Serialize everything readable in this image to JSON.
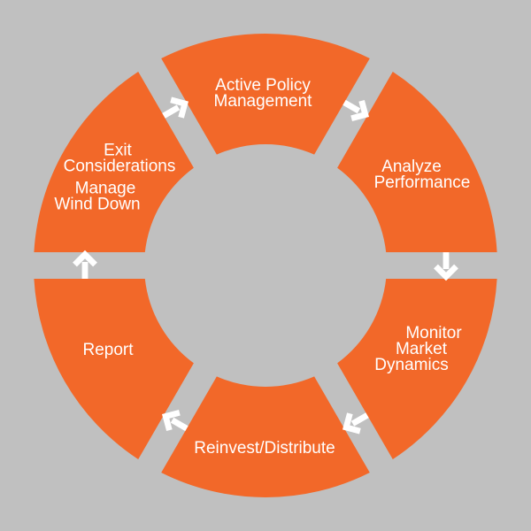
{
  "colors": {
    "background": "#C0C0C0",
    "segment": "#F26829",
    "arrow": "#FFFFFF",
    "label_text": "#FFFFFF"
  },
  "diagram": {
    "type": "cycle-diagram",
    "flow_direction": "clockwise",
    "arrow_icon": "chevron-arrow",
    "steps": [
      {
        "label": "Active Policy Management",
        "lines": [
          "Active Policy",
          "Management"
        ]
      },
      {
        "label": "Analyze Performance",
        "lines": [
          "Analyze",
          "Performance"
        ]
      },
      {
        "label": "Monitor Market Dynamics",
        "lines": [
          "Monitor",
          "Market",
          "Dynamics"
        ]
      },
      {
        "label": "Reinvest/Distribute",
        "lines": [
          "Reinvest/Distribute"
        ]
      },
      {
        "label": "Report",
        "lines": [
          "Report"
        ]
      },
      {
        "label": "Exit Considerations Manage Wind Down",
        "lines": [
          "Exit",
          "Considerations",
          "Manage",
          "Wind Down"
        ]
      }
    ]
  }
}
